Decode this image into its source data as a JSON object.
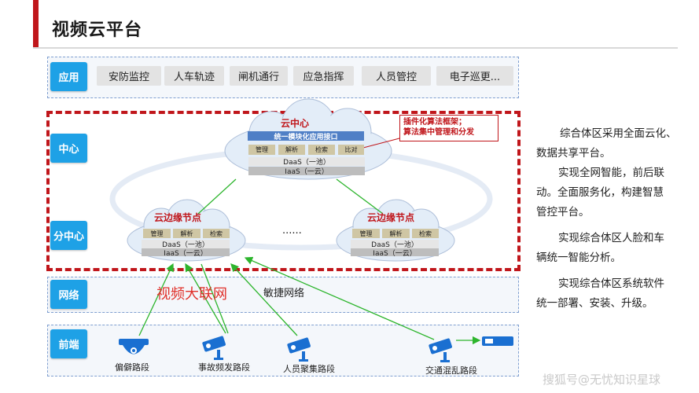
{
  "title": "视频云平台",
  "layers": {
    "app": "应用",
    "center": "中心",
    "sub_center": "分中心",
    "network": "网络",
    "front": "前端"
  },
  "apps": [
    "安防监控",
    "人车轨迹",
    "闸机通行",
    "应急指挥",
    "人员管控",
    "电子巡更..."
  ],
  "cloud_center": {
    "label": "云中心",
    "bar": "统一模块化应用接口",
    "modules": [
      "管理",
      "解析",
      "检索",
      "比对"
    ],
    "daas": "DaaS（一池）",
    "iaas": "IaaS（一云）"
  },
  "edge_left": {
    "label": "云边缘节点",
    "modules": [
      "管理",
      "解析",
      "检索"
    ],
    "daas": "DaaS（一池）",
    "iaas": "IaaS（一云）"
  },
  "edge_right": {
    "label": "云边缘节点",
    "modules": [
      "管理",
      "解析",
      "检索"
    ],
    "daas": "DaaS（一池）",
    "iaas": "IaaS（一云）"
  },
  "ellipsis": "......",
  "note": {
    "line1": "插件化算法框架；",
    "line2": "算法集中管理和分发"
  },
  "network": {
    "big_label": "视频大联网",
    "agile": "敏捷网络"
  },
  "cameras": [
    "偏僻路段",
    "事故频发路段",
    "人员聚集路段",
    "交通混乱路段"
  ],
  "right_text": [
    "综合体区采用全面云化、",
    "数据共享平台。",
    "实现全网智能，前后联",
    "动。全面服务化，构建智慧",
    "管控平台。",
    "实现综合体区人脸和车",
    "辆统一智能分析。",
    "实现综合体区系统软件",
    "统一部署、安装、升级。"
  ],
  "watermark": "搜狐号@无忧知识星球",
  "colors": {
    "accent_red": "#c0161b",
    "layer_blue": "#1ea1e6",
    "camera_blue": "#1a6fd1",
    "arrow_green": "#2db52d"
  },
  "icons": [
    "dome-camera-icon",
    "bullet-camera-icon",
    "bullet-camera-icon",
    "bullet-camera-icon",
    "radar-device-icon"
  ]
}
